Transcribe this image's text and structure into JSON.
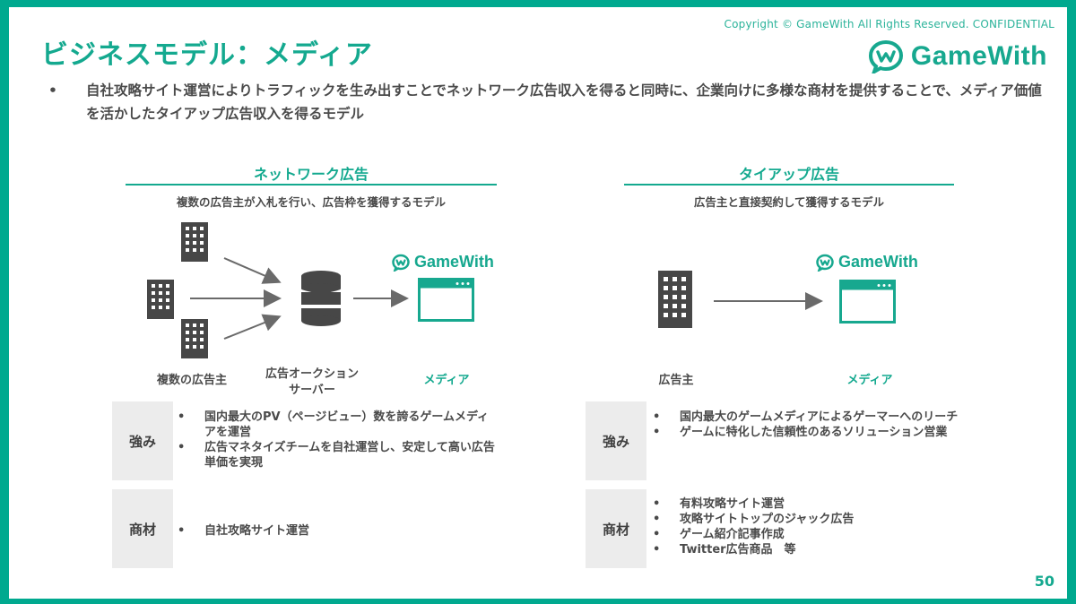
{
  "header": {
    "copyright": "Copyright © GameWith All Rights Reserved. CONFIDENTIAL",
    "title": "ビジネスモデル：メディア",
    "logo_text": "GameWith"
  },
  "lead": {
    "bullet": "•",
    "text": "自社攻略サイト運営によりトラフィックを生み出すことでネットワーク広告収入を得ると同時に、企業向けに多様な商材を提供することで、メディア価値を活かしたタイアップ広告収入を得るモデル"
  },
  "network": {
    "heading": "ネットワーク広告",
    "subheading": "複数の広告主が入札を行い、広告枠を獲得するモデル",
    "logo_text": "GameWith",
    "labels": {
      "advertisers": "複数の広告主",
      "auction_server_line1": "広告オークション",
      "auction_server_line2": "サーバー",
      "media": "メディア"
    },
    "strengths": {
      "label": "強み",
      "items": [
        "国内最大のPV（ページビュー）数を誇るゲームメディアを運営",
        "広告マネタイズチームを自社運営し、安定して高い広告単価を実現"
      ]
    },
    "products": {
      "label": "商材",
      "items": [
        "自社攻略サイト運営"
      ]
    }
  },
  "tieup": {
    "heading": "タイアップ広告",
    "subheading": "広告主と直接契約して獲得するモデル",
    "logo_text": "GameWith",
    "labels": {
      "advertiser": "広告主",
      "media": "メディア"
    },
    "strengths": {
      "label": "強み",
      "items": [
        "国内最大のゲームメディアによるゲーマーへのリーチ",
        "ゲームに特化した信頼性のあるソリューション営業"
      ]
    },
    "products": {
      "label": "商材",
      "items": [
        "有料攻略サイト運営",
        "攻略サイトトップのジャック広告",
        "ゲーム紹介記事作成",
        "Twitter広告商品　等"
      ]
    }
  },
  "page_number": "50",
  "colors": {
    "accent": "#14a98f",
    "frame": "#00a98f",
    "text": "#4a4a4a",
    "box": "#ececec",
    "icon": "#474747"
  }
}
